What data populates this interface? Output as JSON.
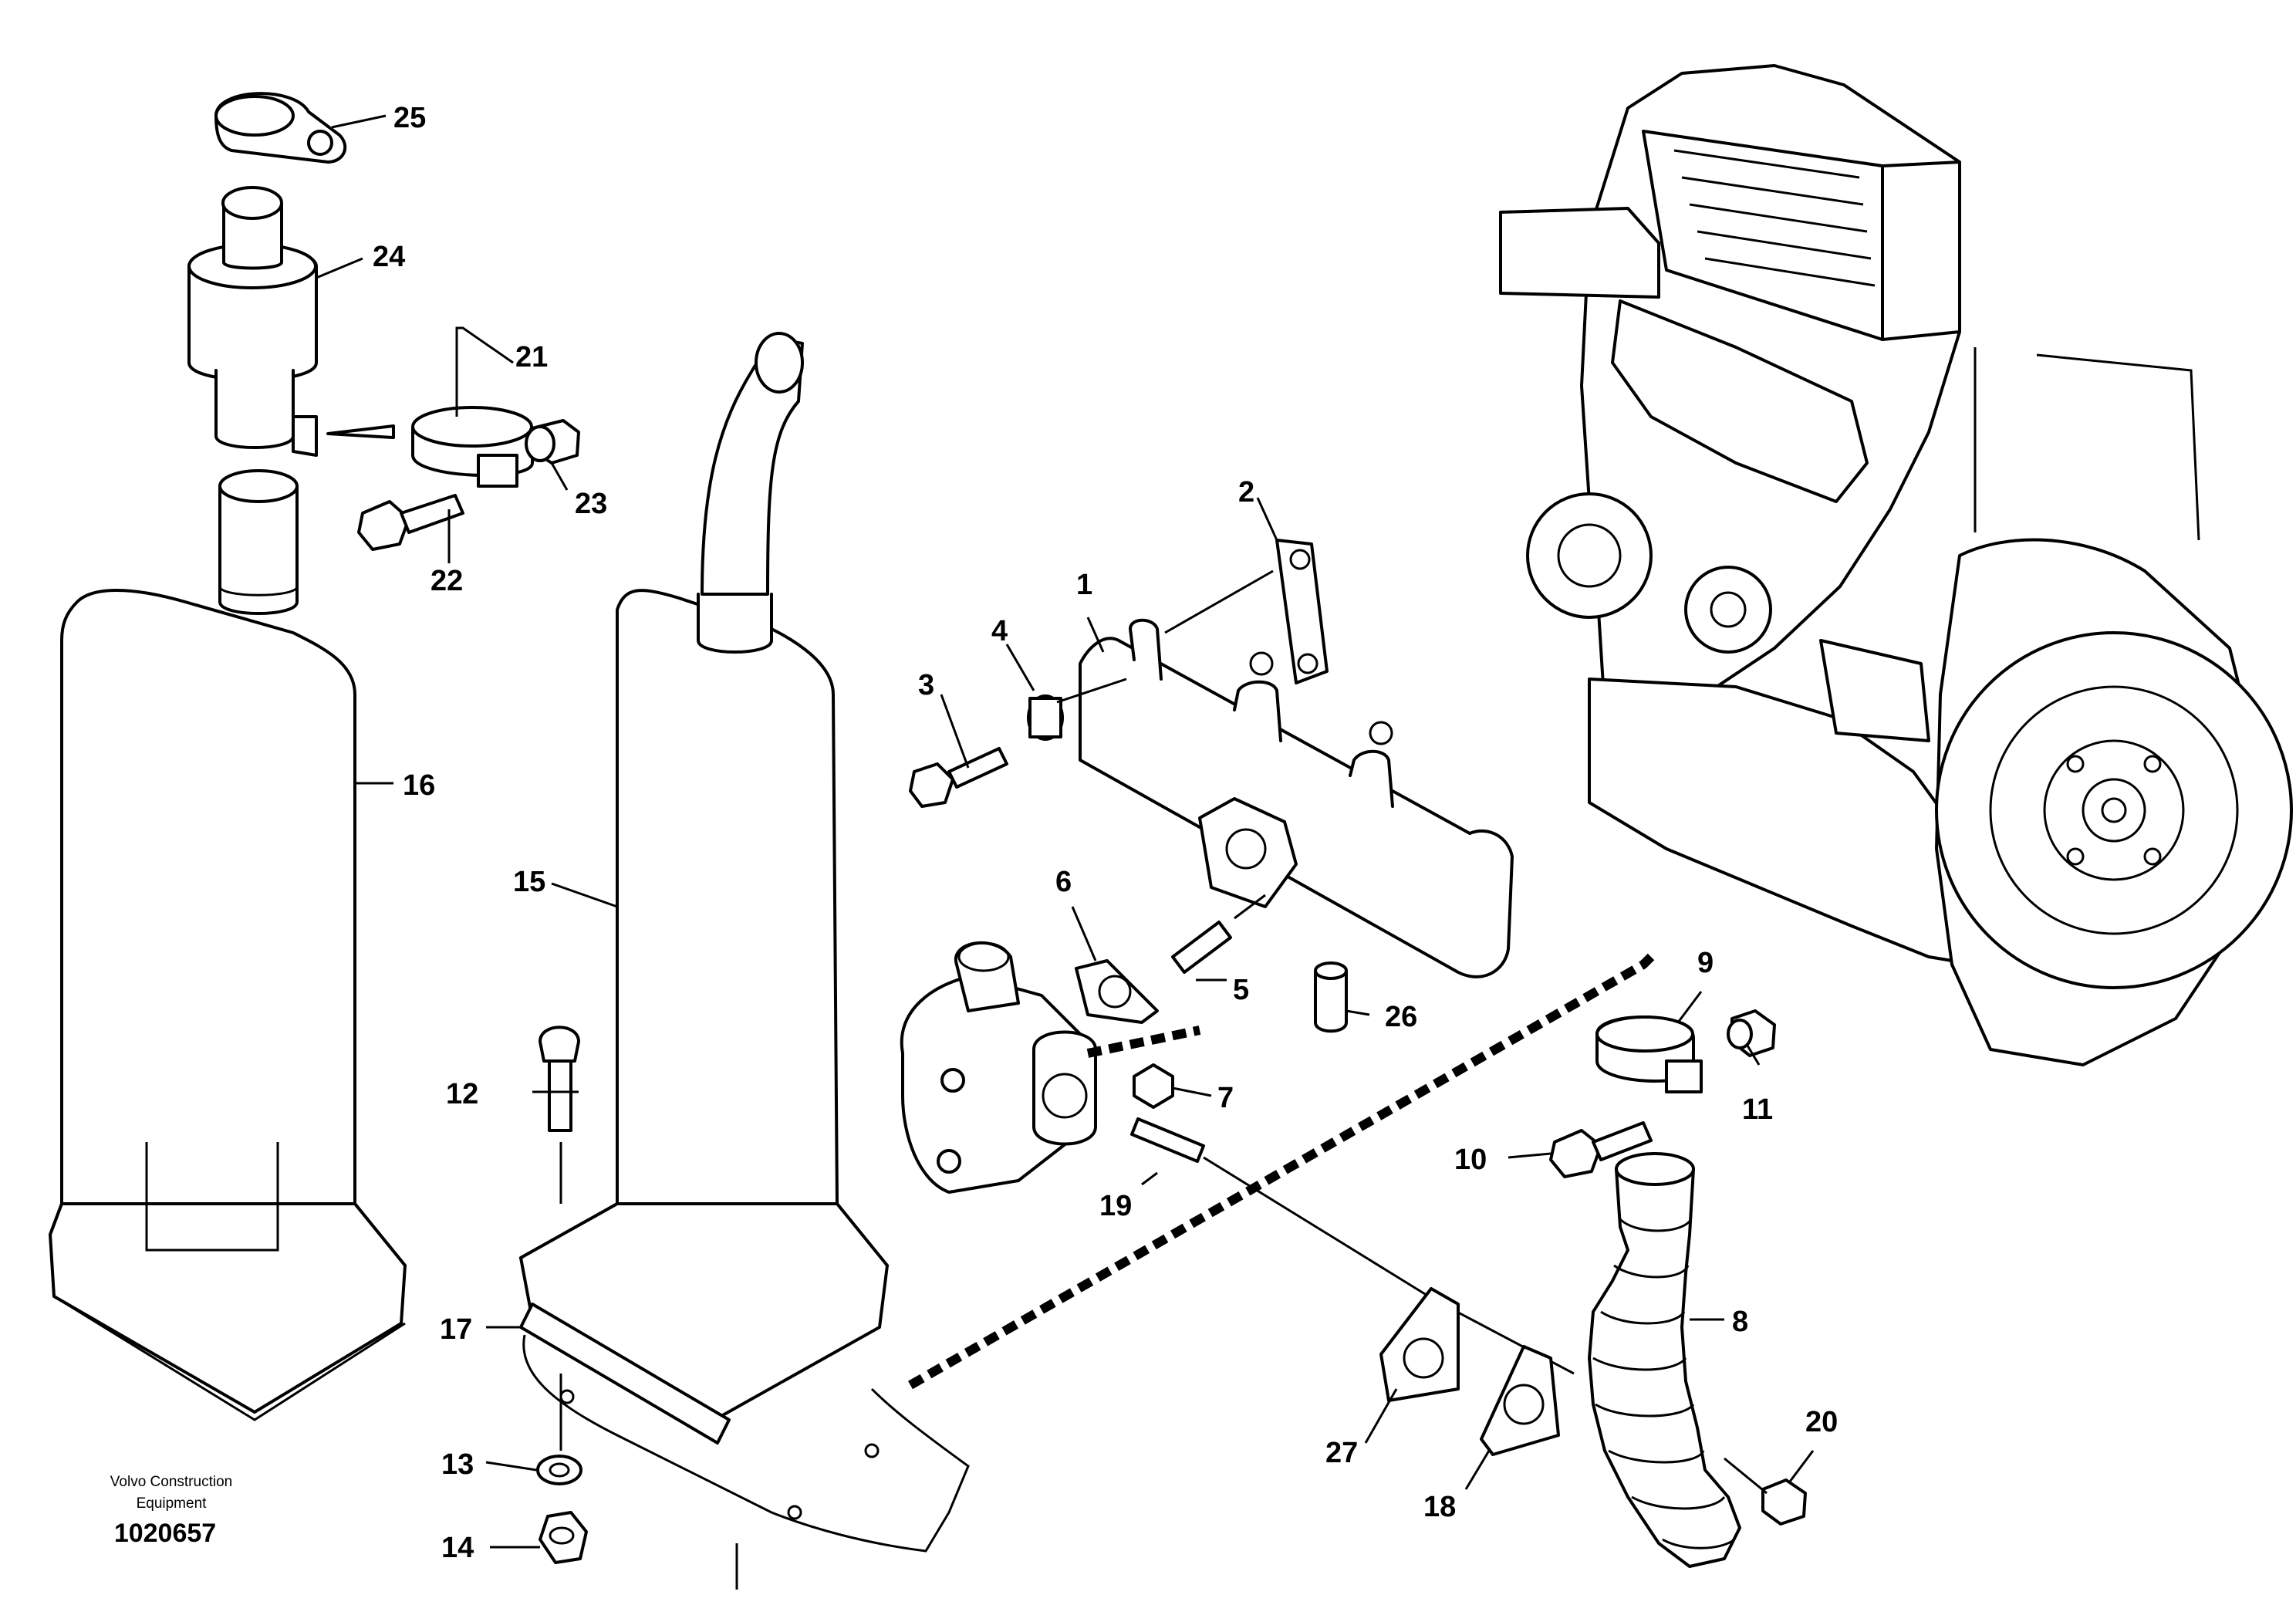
{
  "footer": {
    "credit_line1": "Volvo Construction",
    "credit_line2": "Equipment",
    "drawing_number": "1020657"
  },
  "callouts": {
    "c1": "1",
    "c2": "2",
    "c3": "3",
    "c4": "4",
    "c5": "5",
    "c6": "6",
    "c7": "7",
    "c8": "8",
    "c9": "9",
    "c10": "10",
    "c11": "11",
    "c12": "12",
    "c13": "13",
    "c14": "14",
    "c15": "15",
    "c16": "16",
    "c17": "17",
    "c18": "18",
    "c19": "19",
    "c20": "20",
    "c21": "21",
    "c22": "22",
    "c23": "23",
    "c24": "24",
    "c25": "25",
    "c26": "26",
    "c27": "27"
  }
}
